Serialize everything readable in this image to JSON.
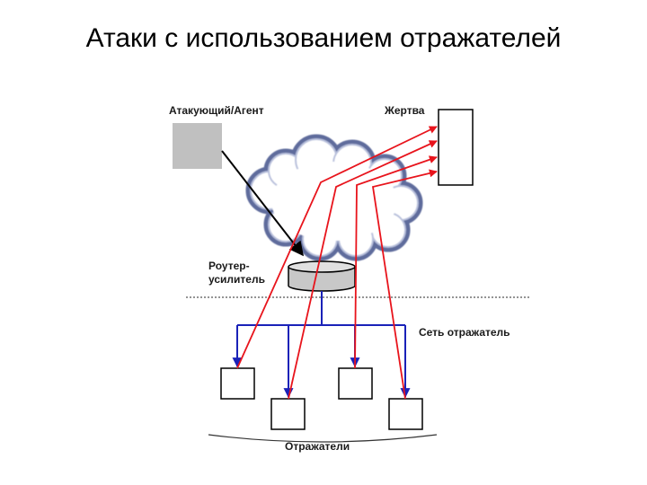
{
  "slide": {
    "title": "Атаки с использованием отражателей"
  },
  "diagram": {
    "labels": {
      "attacker": "Атакующий/Агент",
      "victim": "Жертва",
      "router_line1": "Роутер-",
      "router_line2": "усилитель",
      "network": "Сеть отражатель",
      "reflectors": "Отражатели"
    },
    "colors": {
      "attack_flow": "#e8141c",
      "distribution": "#1a22b8",
      "attacker_box": "#c0c0c0",
      "cloud_outline": "#5f6c9c"
    }
  }
}
